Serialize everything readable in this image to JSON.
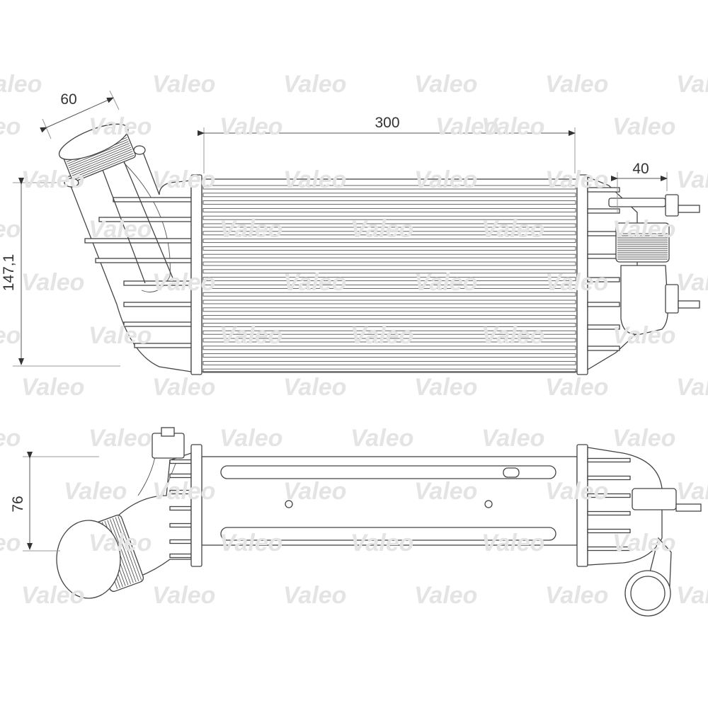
{
  "watermark": "Valeo",
  "dimensions": {
    "inlet_diameter": "60",
    "core_width": "300",
    "outlet_offset": "40",
    "height": "147,1",
    "depth": "76"
  },
  "views": [
    "top-view",
    "bottom-view"
  ]
}
